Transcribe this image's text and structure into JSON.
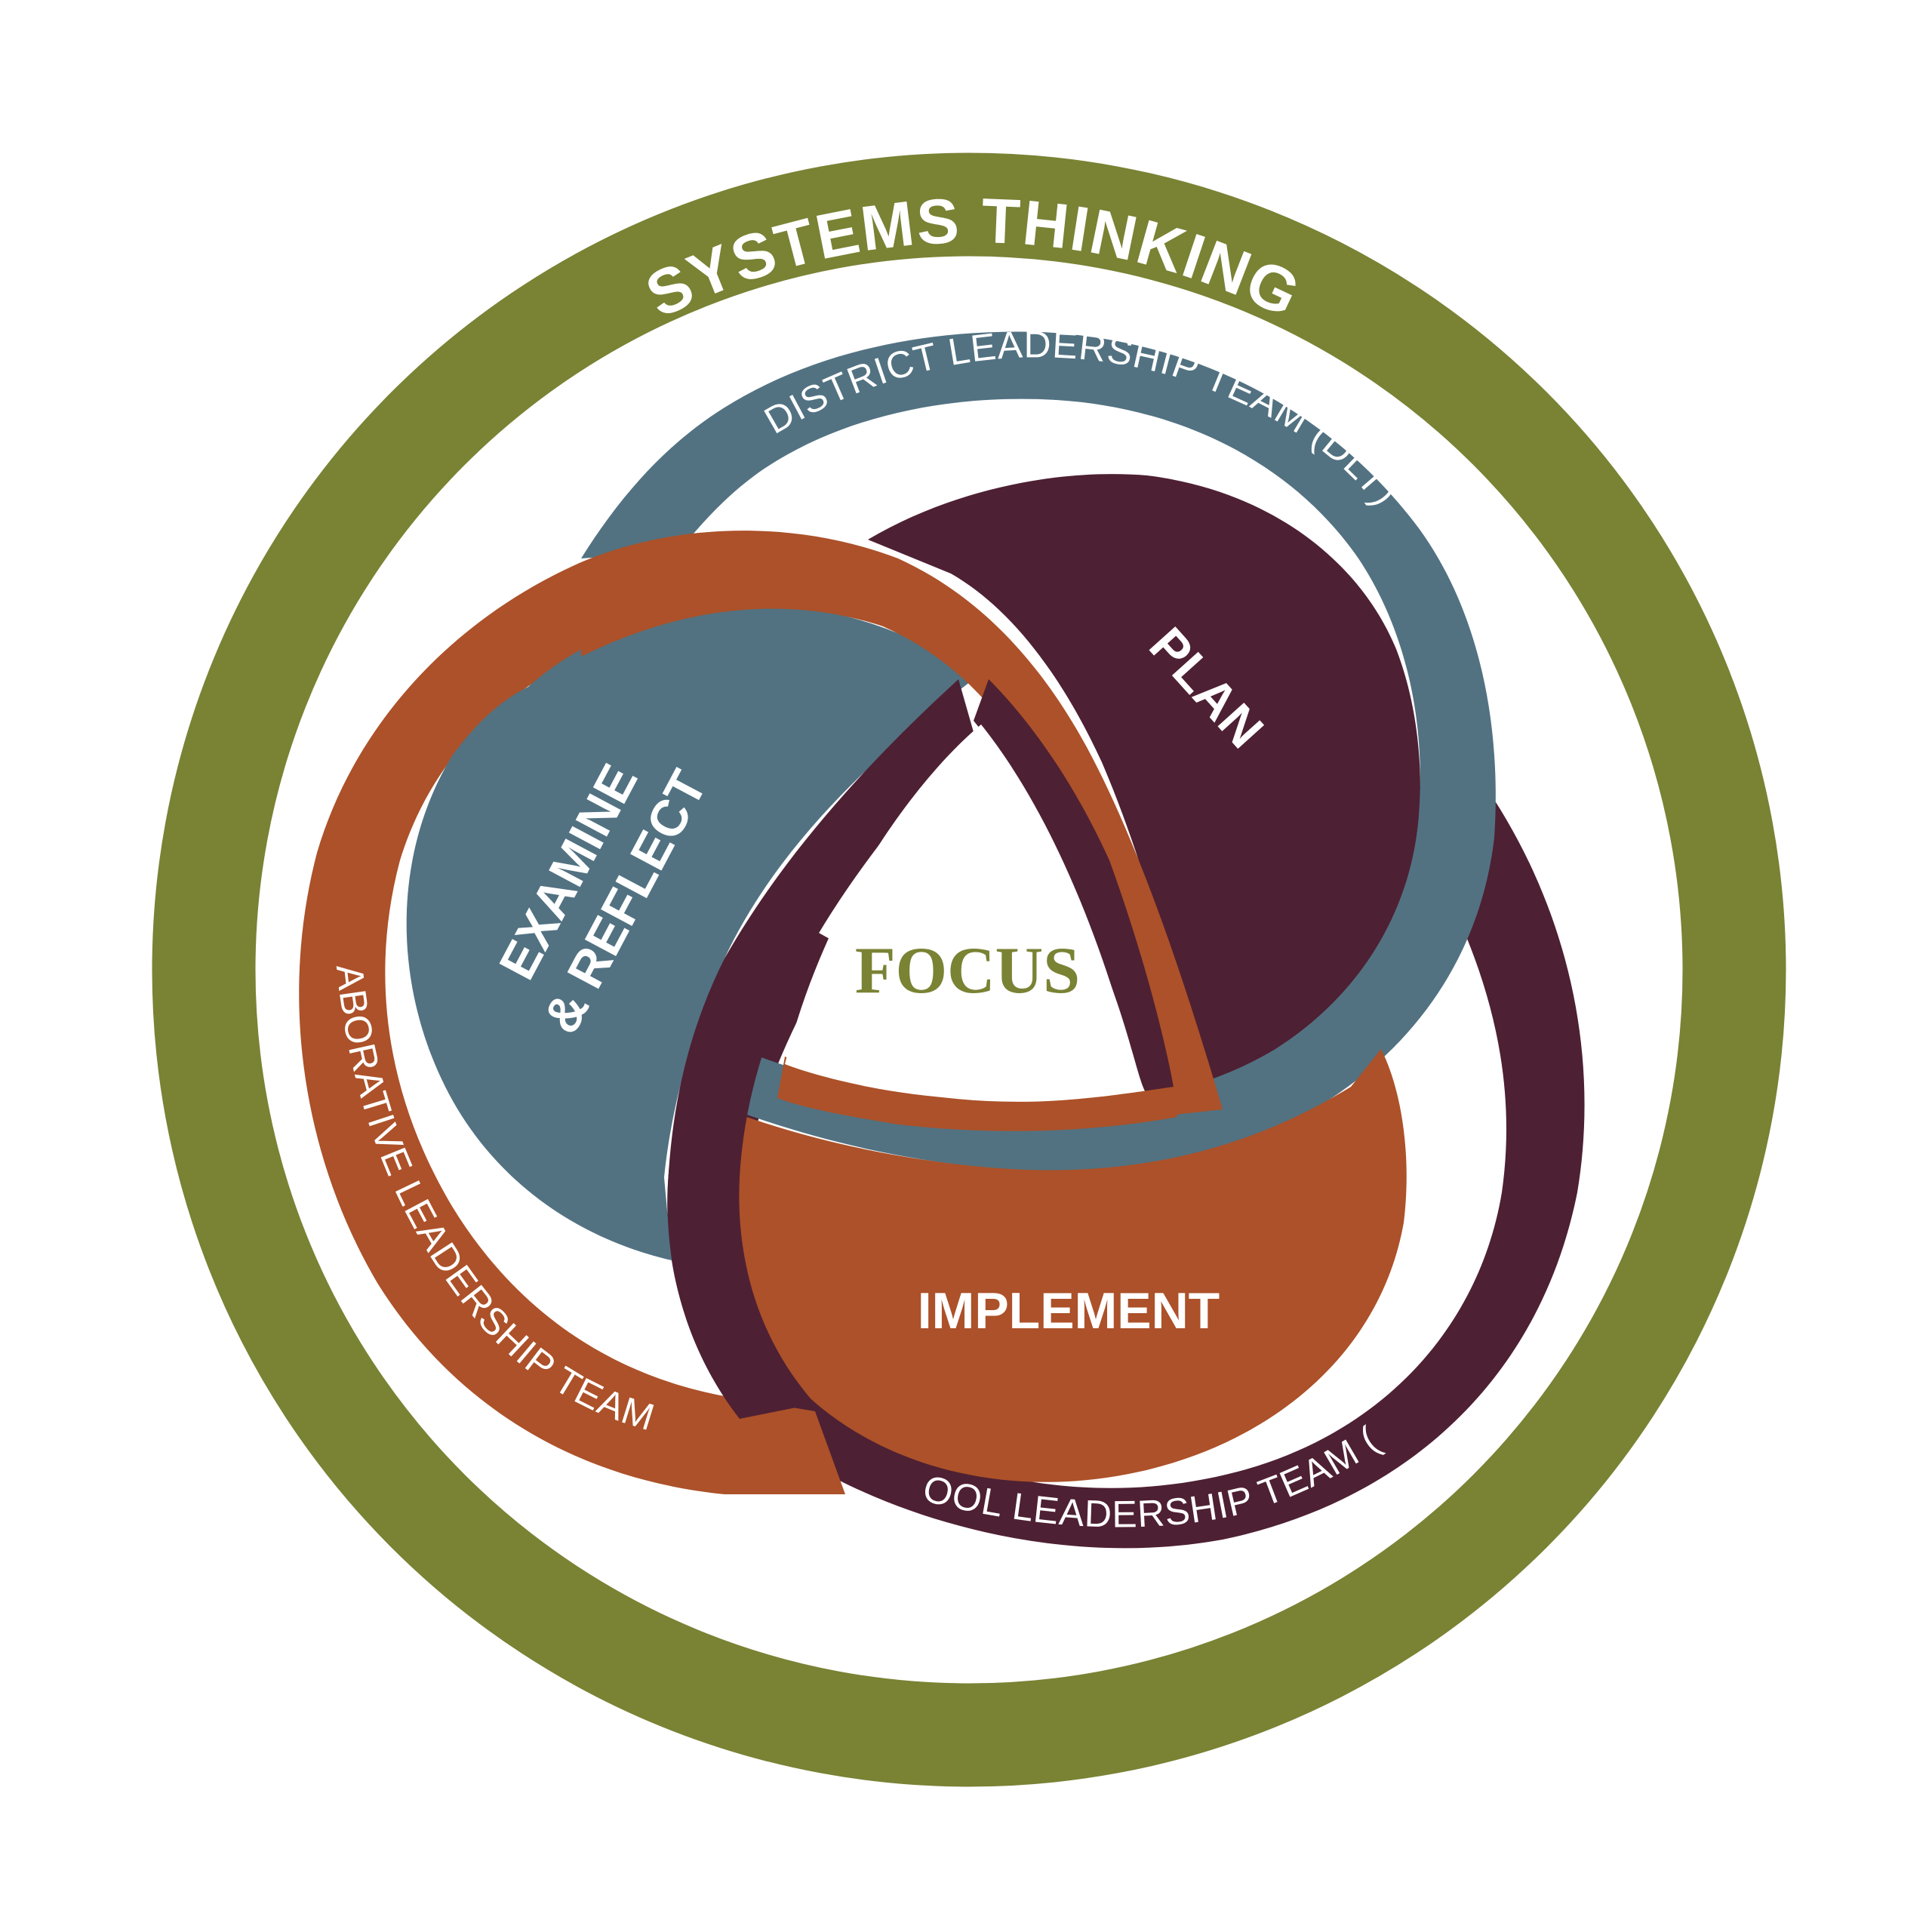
{
  "title": "Systems Thinking Leadership Cycle",
  "colors": {
    "green": "#7A8234",
    "blue": "#527282",
    "maroon": "#4E2033",
    "orange": "#AC5129",
    "background": "#FFFFFF",
    "label_text": "#FFFFFF"
  },
  "outer_ring": {
    "label": "SYSTEMS THINKING",
    "color": "#7A8234"
  },
  "teams": [
    {
      "id": "dlt",
      "label": "DISTRICT LEADERSHIP TEAM (DLT)",
      "color": "#527282"
    },
    {
      "id": "clt",
      "label": "COLLABORATIVE LEADERSHIP TEAM (CLT)",
      "color": "#AC5129"
    },
    {
      "id": "slt",
      "label": "SCHOOL LEADERSHIP TEAM (SLT)",
      "color": "#4E2033"
    }
  ],
  "stages": [
    {
      "id": "plan",
      "label": "PLAN",
      "color": "#4E2033"
    },
    {
      "id": "examine",
      "label_line1": "EXAMINE",
      "label_line2": "& REFLECT",
      "color": "#527282"
    },
    {
      "id": "implement",
      "label": "IMPLEMENT",
      "color": "#AC5129"
    }
  ],
  "center": {
    "label": "FOCUS",
    "color": "#7A8234"
  }
}
